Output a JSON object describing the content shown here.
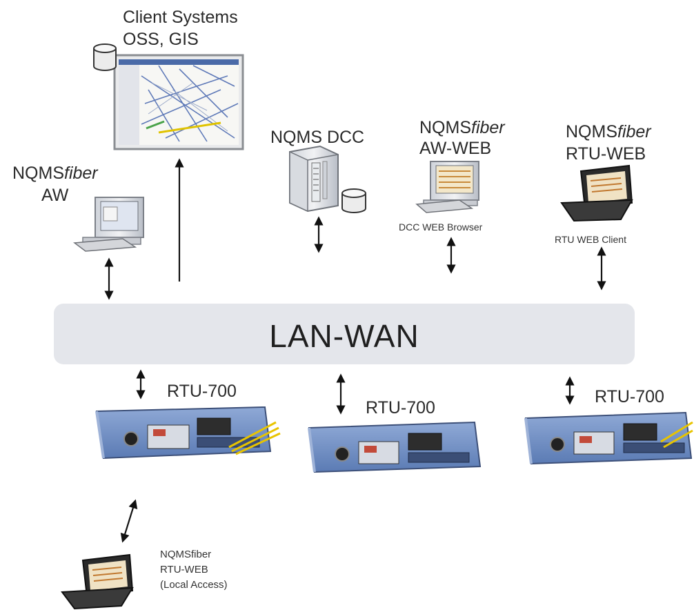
{
  "client": {
    "line1": "Client Systems",
    "line2": "OSS, GIS"
  },
  "aw": {
    "prefix": "NQMS",
    "italic": "fiber",
    "line2": "AW"
  },
  "dcc": {
    "label": "NQMS DCC"
  },
  "aw_web": {
    "prefix": "NQMS",
    "italic": "fiber",
    "line2": "AW-WEB",
    "caption": "DCC WEB Browser"
  },
  "rtu_web": {
    "prefix": "NQMS",
    "italic": "fiber",
    "line2": "RTU-WEB",
    "caption": "RTU WEB Client"
  },
  "lan": {
    "label": "LAN-WAN"
  },
  "rtus": [
    {
      "label": "RTU-700"
    },
    {
      "label": "RTU-700"
    },
    {
      "label": "RTU-700"
    }
  ],
  "local": {
    "line1": "NQMSfiber",
    "line2": "RTU-WEB",
    "line3": "(Local Access)"
  },
  "colors": {
    "lan_box": "#e4e6eb",
    "rtu_body": "#6f8fc4",
    "fiber": "#e8c400"
  }
}
